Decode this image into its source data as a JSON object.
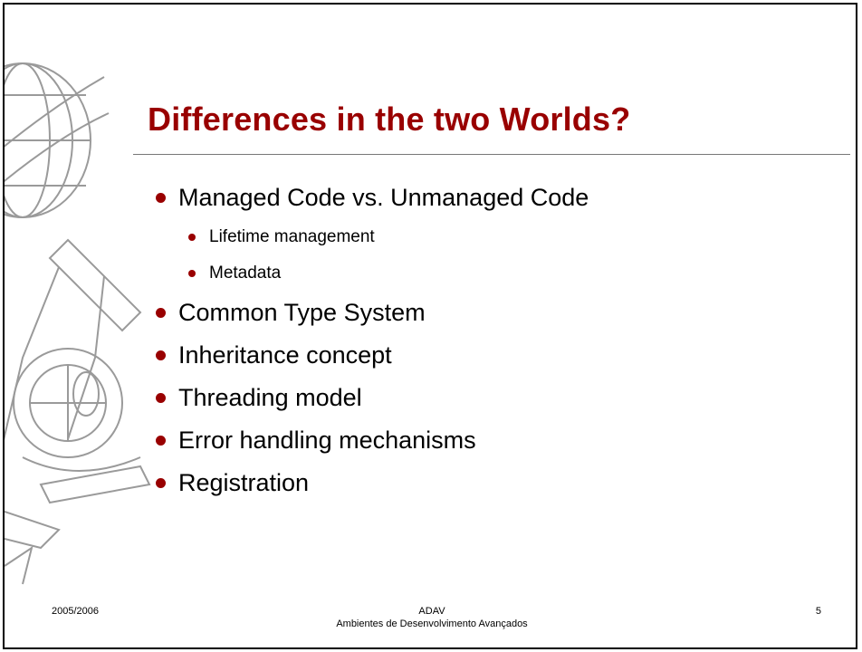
{
  "slide": {
    "title": "Differences in the two Worlds?",
    "bullets": [
      {
        "level": 1,
        "text": "Managed Code vs. Unmanaged Code"
      },
      {
        "level": 2,
        "text": "Lifetime management"
      },
      {
        "level": 2,
        "text": "Metadata"
      },
      {
        "level": 1,
        "text": "Common Type System"
      },
      {
        "level": 1,
        "text": "Inheritance concept"
      },
      {
        "level": 1,
        "text": "Threading model"
      },
      {
        "level": 1,
        "text": "Error handling mechanisms"
      },
      {
        "level": 1,
        "text": "Registration"
      }
    ],
    "bullet_color": "#990000",
    "title_color": "#990000"
  },
  "footer": {
    "date": "2005/2006",
    "course_code": "ADAV",
    "course_name": "Ambientes de Desenvolvimento Avançados",
    "page_number": "5"
  }
}
